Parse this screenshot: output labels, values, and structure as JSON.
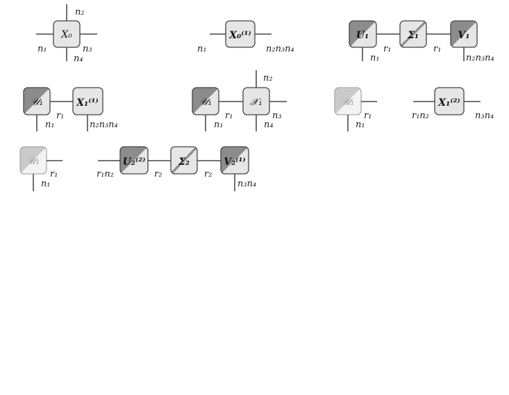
{
  "colors": {
    "light": "#e6e6e6",
    "dark": "#8c8c8c",
    "mid": "#bdbdbd",
    "stroke": "#444444"
  },
  "row1": {
    "x0": {
      "label": "X₀",
      "n_top": "n₂",
      "n_left": "n₁",
      "n_right": "n₃",
      "n_bottom": "n₄"
    },
    "x0_1": {
      "label": "X₀⁽¹⁾",
      "n_left": "n₁",
      "n_right": "n₂n₃n₄"
    },
    "svd1": {
      "u_label": "U₁",
      "s_label": "Σ₁",
      "v_label": "V₁",
      "r_left": "r₁",
      "r_right": "r₁",
      "u_bottom": "n₁",
      "v_bottom": "n₂n₃n₄"
    }
  },
  "row2": {
    "ux": {
      "u_label": "𝒰₁",
      "x_label": "X₁⁽¹⁾",
      "r": "r₁",
      "u_bottom": "n₁",
      "x_bottom": "n₂n₃n₄"
    },
    "ux1": {
      "u_label": "𝒰₁",
      "x_label": "𝒳₁",
      "r": "r₁",
      "u_bottom": "n₁",
      "x_top": "n₂",
      "x_right": "n₃",
      "x_bottom": "n₄"
    },
    "u_faded": {
      "label": "𝒰₁",
      "r": "r₁",
      "bottom": "n₁"
    },
    "x1_2": {
      "label": "X₁⁽²⁾",
      "left": "r₁n₂",
      "right": "n₃n₄"
    }
  },
  "row3": {
    "u_faded": {
      "label": "𝒰₁",
      "r": "r₁",
      "bottom": "n₁"
    },
    "svd2": {
      "u_label": "U₂⁽²⁾",
      "s_label": "Σ₂",
      "v_label": "V₂⁽¹⁾",
      "left": "r₁n₂",
      "r_left": "r₂",
      "r_right": "r₂",
      "v_bottom": "n₃n₄"
    }
  }
}
